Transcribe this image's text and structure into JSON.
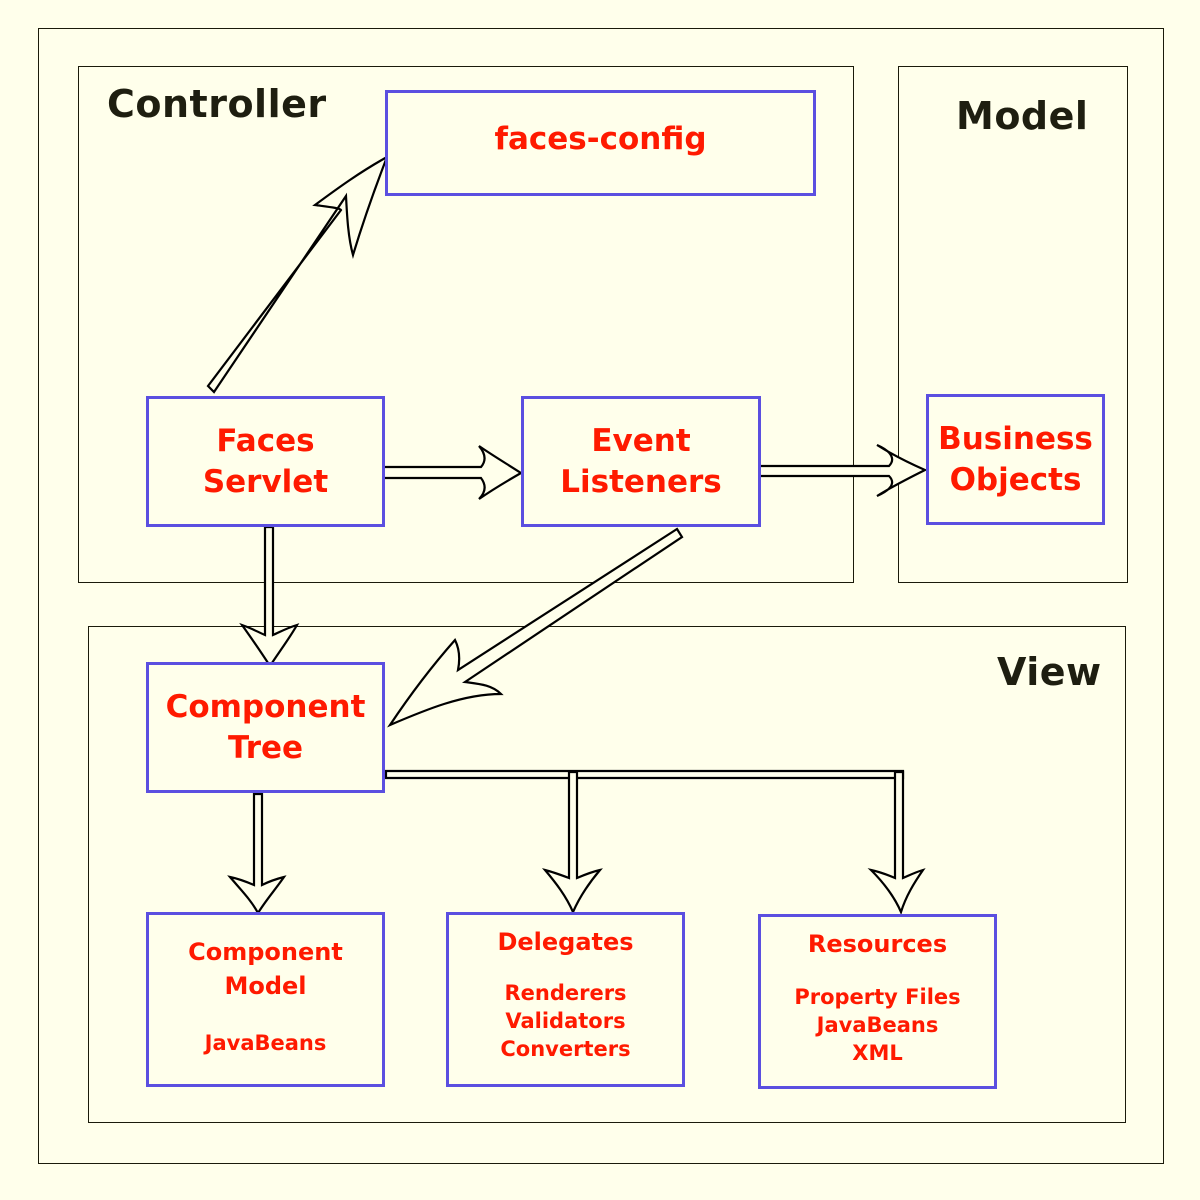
{
  "diagram": {
    "title": "JSF MVC Architecture",
    "colors": {
      "background": "#ffffeb",
      "node_border": "#5b4fe0",
      "node_text": "#ff1a00",
      "section_text": "#1e1e10"
    },
    "sections": {
      "controller": {
        "label": "Controller"
      },
      "model": {
        "label": "Model"
      },
      "view": {
        "label": "View"
      }
    },
    "nodes": {
      "faces_config": {
        "label": "faces-config"
      },
      "faces_servlet": {
        "lines": [
          "Faces",
          "Servlet"
        ]
      },
      "event_listeners": {
        "lines": [
          "Event",
          "Listeners"
        ]
      },
      "business_objects": {
        "lines": [
          "Business",
          "Objects"
        ]
      },
      "component_tree": {
        "lines": [
          "Component",
          "Tree"
        ]
      },
      "component_model": {
        "title_lines": [
          "Component",
          "Model"
        ],
        "items": [
          "JavaBeans"
        ]
      },
      "delegates": {
        "title": "Delegates",
        "items": [
          "Renderers",
          "Validators",
          "Converters"
        ]
      },
      "resources": {
        "title": "Resources",
        "items": [
          "Property Files",
          "JavaBeans",
          "XML"
        ]
      }
    },
    "edges": [
      {
        "from": "Faces Servlet",
        "to": "faces-config"
      },
      {
        "from": "Faces Servlet",
        "to": "Event Listeners"
      },
      {
        "from": "Event Listeners",
        "to": "Business Objects"
      },
      {
        "from": "Faces Servlet",
        "to": "Component Tree"
      },
      {
        "from": "Event Listeners",
        "to": "Component Tree"
      },
      {
        "from": "Component Tree",
        "to": "Component Model"
      },
      {
        "from": "Component Tree",
        "to": "Delegates"
      },
      {
        "from": "Component Tree",
        "to": "Resources"
      }
    ]
  }
}
